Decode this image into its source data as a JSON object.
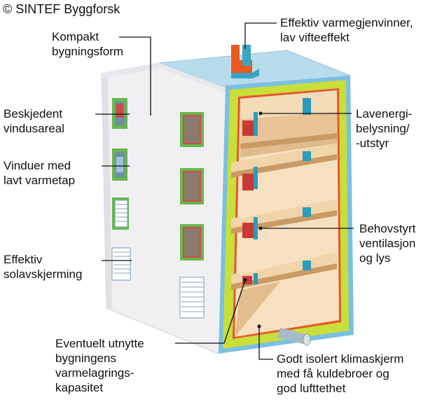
{
  "copyright": "© SINTEF Byggforsk",
  "labels": {
    "kompakt": [
      "Kompakt",
      "bygningsform"
    ],
    "beskjedent": [
      "Beskjedent",
      "vindusareal"
    ],
    "vinduer": [
      "Vinduer med",
      "lavt varmetap"
    ],
    "solavskjerming": [
      "Effektiv",
      "solavskjerming"
    ],
    "eventuelt": [
      "Eventuelt utnytte",
      "bygningens",
      "varmelagrings-",
      "kapasitet"
    ],
    "varmegjenvinner": [
      "Effektiv varmegjenvinner,",
      "lav vifteeffekt"
    ],
    "lavenergi": [
      "Lavenergi-",
      "belysning/",
      "-utstyr"
    ],
    "behovstyrt": [
      "Behovstyrt",
      "ventilasjon",
      "og lys"
    ],
    "isolert": [
      "Godt isolert klimaskjerm",
      "med få kuldebroer og",
      "god lufttethet"
    ]
  },
  "colors": {
    "wall": "#f1f1f4",
    "wall_shade": "#e2e3e8",
    "roof": "#b8dcef",
    "insulation": "#c9df3c",
    "vapour_line": "#e8542a",
    "wood_light": "#f6dfbc",
    "wood_dark": "#d9ae78",
    "duct_in": "#3aa6c2",
    "duct_out": "#e95a1e"
  }
}
